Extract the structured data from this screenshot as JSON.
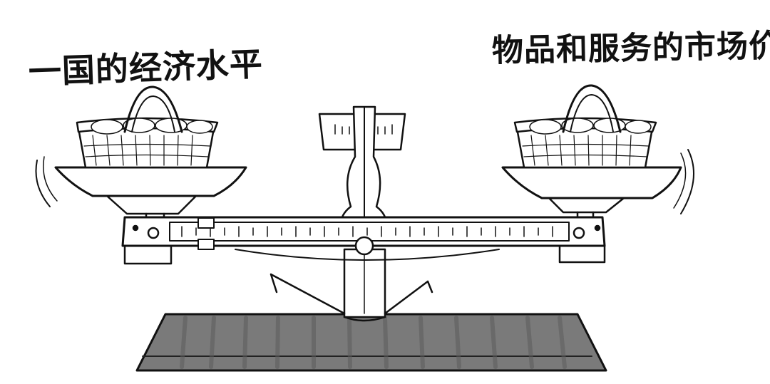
{
  "labels": {
    "left": "一国的经济水平",
    "right": "物品和服务的市场价值"
  },
  "illustration": {
    "subject": "balance-scale",
    "left_pan": "basket-of-goods",
    "right_pan": "basket-of-goods"
  },
  "colors": {
    "ink": "#111111",
    "base": "#7a7a7a",
    "base_dark": "#5c5c5c",
    "paper": "#ffffff"
  }
}
